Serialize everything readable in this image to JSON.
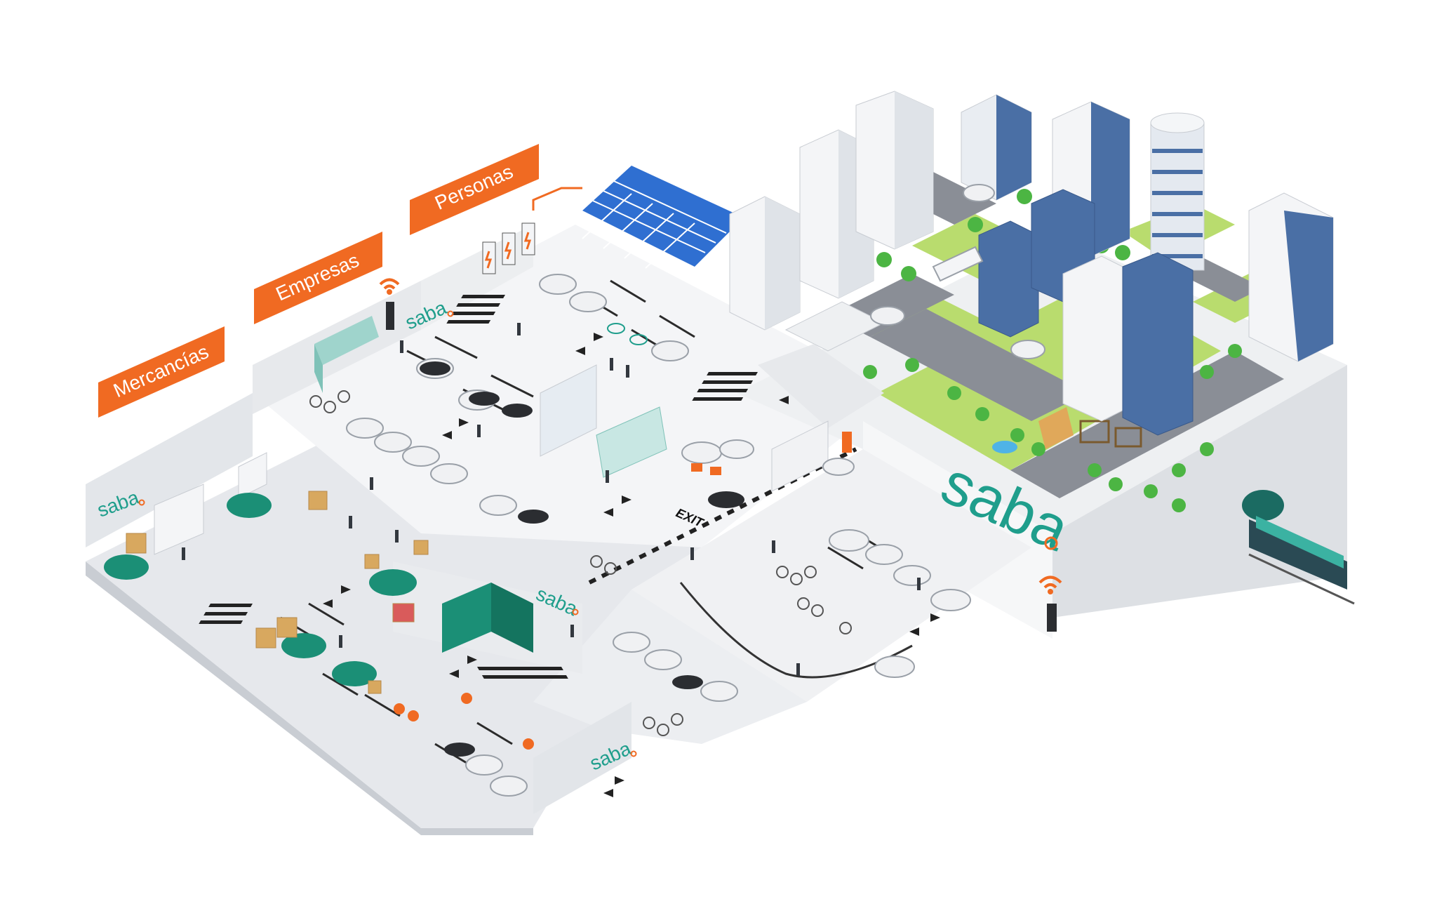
{
  "categories": {
    "goods_label": "Mercancías",
    "business_label": "Empresas",
    "people_label": "Personas"
  },
  "branding": {
    "logo_small": "saba",
    "logo_large": "saba",
    "logo_accent_mark": "o"
  },
  "signage": {
    "exit_label": "EXIT"
  },
  "colors": {
    "tag_orange": "#f06a22",
    "brand_teal": "#1f9e8c",
    "van_green": "#1b8f76",
    "solar_blue": "#2f6fd1",
    "grass_green": "#b9dc6e",
    "road_gray": "#8a8e96",
    "building_glass": "#4a6fa5",
    "floor_white": "#f2f3f5",
    "wall_gray": "#d9dce1"
  },
  "icons": [
    "wifi-icon",
    "lightning-icon",
    "ev-charging-icon",
    "direction-arrow-icon"
  ]
}
